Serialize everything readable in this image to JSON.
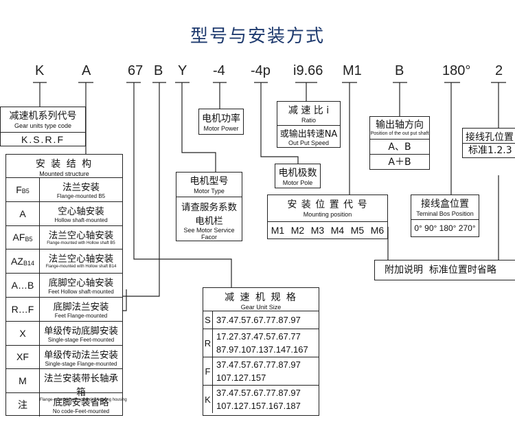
{
  "title": "型号与安装方式",
  "codes": [
    "K",
    "A",
    "67",
    "B",
    "Y",
    "-4",
    "-4p",
    "i9.66",
    "M1",
    "B",
    "180°",
    "2"
  ],
  "gear_units": {
    "cn": "减速机系列代号",
    "en": "Gear units type code",
    "value": "K.S.R.F"
  },
  "mounting_structure": {
    "header_cn": "安 装 结 构",
    "header_en": "Mounted structure",
    "rows": [
      {
        "code": "F",
        "sub": "B5",
        "cn": "法兰安装",
        "en": "Flange-mounted B5"
      },
      {
        "code": "A",
        "sub": "",
        "cn": "空心轴安装",
        "en": "Hollow shaft-mounted"
      },
      {
        "code": "AF",
        "sub": "B5",
        "cn": "法兰空心轴安装",
        "en": "Flange-mounted with Hollow shaft B5"
      },
      {
        "code": "AZ",
        "sub": "B14",
        "cn": "法兰空心轴安装",
        "en": "Flange-mounted with Hollow shaft B14"
      },
      {
        "code": "A…B",
        "sub": "",
        "cn": "底脚空心轴安装",
        "en": "Feet Hollow shaft-mounted"
      },
      {
        "code": "R…F",
        "sub": "",
        "cn": "底脚法兰安装",
        "en": "Feet Flange-mounted"
      },
      {
        "code": "X",
        "sub": "",
        "cn": "单级传动底脚安装",
        "en": "Single-stage Feet-mounted"
      },
      {
        "code": "XF",
        "sub": "",
        "cn": "单级传动法兰安装",
        "en": "Single-stage Flange-mounted"
      },
      {
        "code": "M",
        "sub": "",
        "cn": "法兰安装带长轴承箱",
        "en": "Flange-mounted with extended bearing housing"
      },
      {
        "code": "注",
        "sub": "",
        "cn": "底脚安装省略",
        "en": "No code-Feet-mounted"
      }
    ]
  },
  "motor_power": {
    "cn": "电机功率",
    "en": "Motor Power"
  },
  "motor_type": {
    "cn": "电机型号",
    "en": "Motor Type",
    "note_cn1": "请查服务系数",
    "note_cn2": "电机栏",
    "note_en1": "See Motor Service",
    "note_en2": "Facor"
  },
  "ratio": {
    "cn": "减 速 比 i",
    "en": "Ratio",
    "cn2": "或输出转速NA",
    "en2": "Out Put Speed"
  },
  "motor_pole": {
    "cn": "电机极数",
    "en": "Motor Pole"
  },
  "mounting_position": {
    "cn": "安 装 位 置 代 号",
    "en": "Mounting position",
    "values": [
      "M1",
      "M2",
      "M3",
      "M4",
      "M5",
      "M6"
    ]
  },
  "output_shaft": {
    "cn": "输出轴方向",
    "en": "Position of the out put shaft",
    "v1": "A、B",
    "v2": "A＋B"
  },
  "terminal_box": {
    "cn": "接线盒位置",
    "en": "Teminal Bos Position",
    "values": "0° 90° 180° 270°"
  },
  "cable_hole": {
    "cn": "接线孔位置",
    "value": "标准1.2.3"
  },
  "note": {
    "text": "附加说明  标准位置时省略"
  },
  "gear_size": {
    "cn": "减 速 机 规 格",
    "en": "Gear Unit Size",
    "rows": [
      {
        "code": "S",
        "lines": [
          "37.47.57.67.77.87.97"
        ]
      },
      {
        "code": "R",
        "lines": [
          "17.27.37.47.57.67.77",
          "87.97.107.137.147.167"
        ]
      },
      {
        "code": "F",
        "lines": [
          "37.47.57.67.77.87.97",
          "107.127.157"
        ]
      },
      {
        "code": "K",
        "lines": [
          "37.47.57.67.77.87.97",
          "107.127.157.167.187"
        ]
      }
    ]
  }
}
